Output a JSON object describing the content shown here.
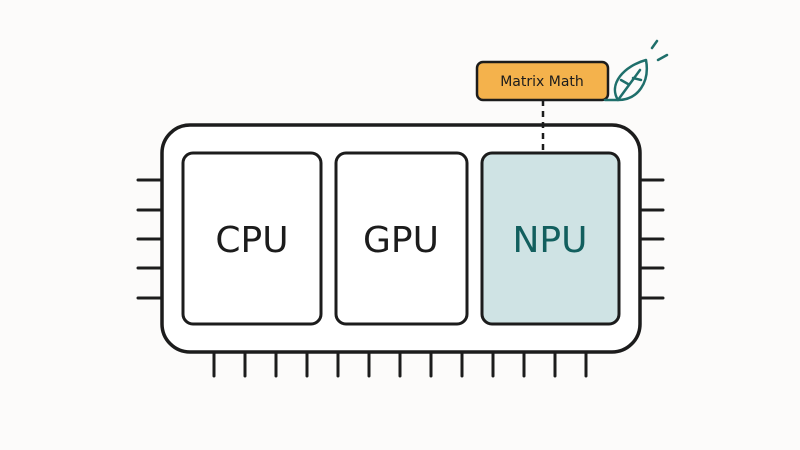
{
  "chip": {
    "cores": [
      {
        "id": "cpu",
        "label": "CPU",
        "highlighted": false
      },
      {
        "id": "gpu",
        "label": "GPU",
        "highlighted": false
      },
      {
        "id": "npu",
        "label": "NPU",
        "highlighted": true
      }
    ]
  },
  "annotation": {
    "label": "Matrix Math",
    "icon": "leaf-icon"
  },
  "colors": {
    "stroke": "#1c1c1c",
    "npu_fill": "#cfe3e4",
    "npu_text": "#125f5e",
    "tag_fill": "#f4b24c",
    "leaf": "#1f6f6b",
    "background": "#fcfbfa"
  }
}
